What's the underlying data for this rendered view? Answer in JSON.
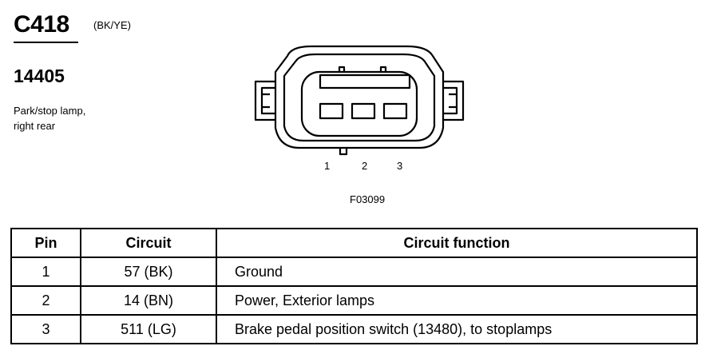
{
  "connector": {
    "id": "C418",
    "color_code": "(BK/YE)",
    "part_number": "14405",
    "description_line1": "Park/stop lamp,",
    "description_line2": "right rear"
  },
  "diagram": {
    "pin_labels": [
      "1",
      "2",
      "3"
    ],
    "figure_id": "F03099"
  },
  "table": {
    "headers": {
      "pin": "Pin",
      "circuit": "Circuit",
      "function": "Circuit function"
    },
    "rows": [
      {
        "pin": "1",
        "circuit": "57 (BK)",
        "function": "Ground"
      },
      {
        "pin": "2",
        "circuit": "14 (BN)",
        "function": "Power, Exterior lamps"
      },
      {
        "pin": "3",
        "circuit": "511 (LG)",
        "function": "Brake pedal position switch (13480), to stoplamps"
      }
    ]
  }
}
